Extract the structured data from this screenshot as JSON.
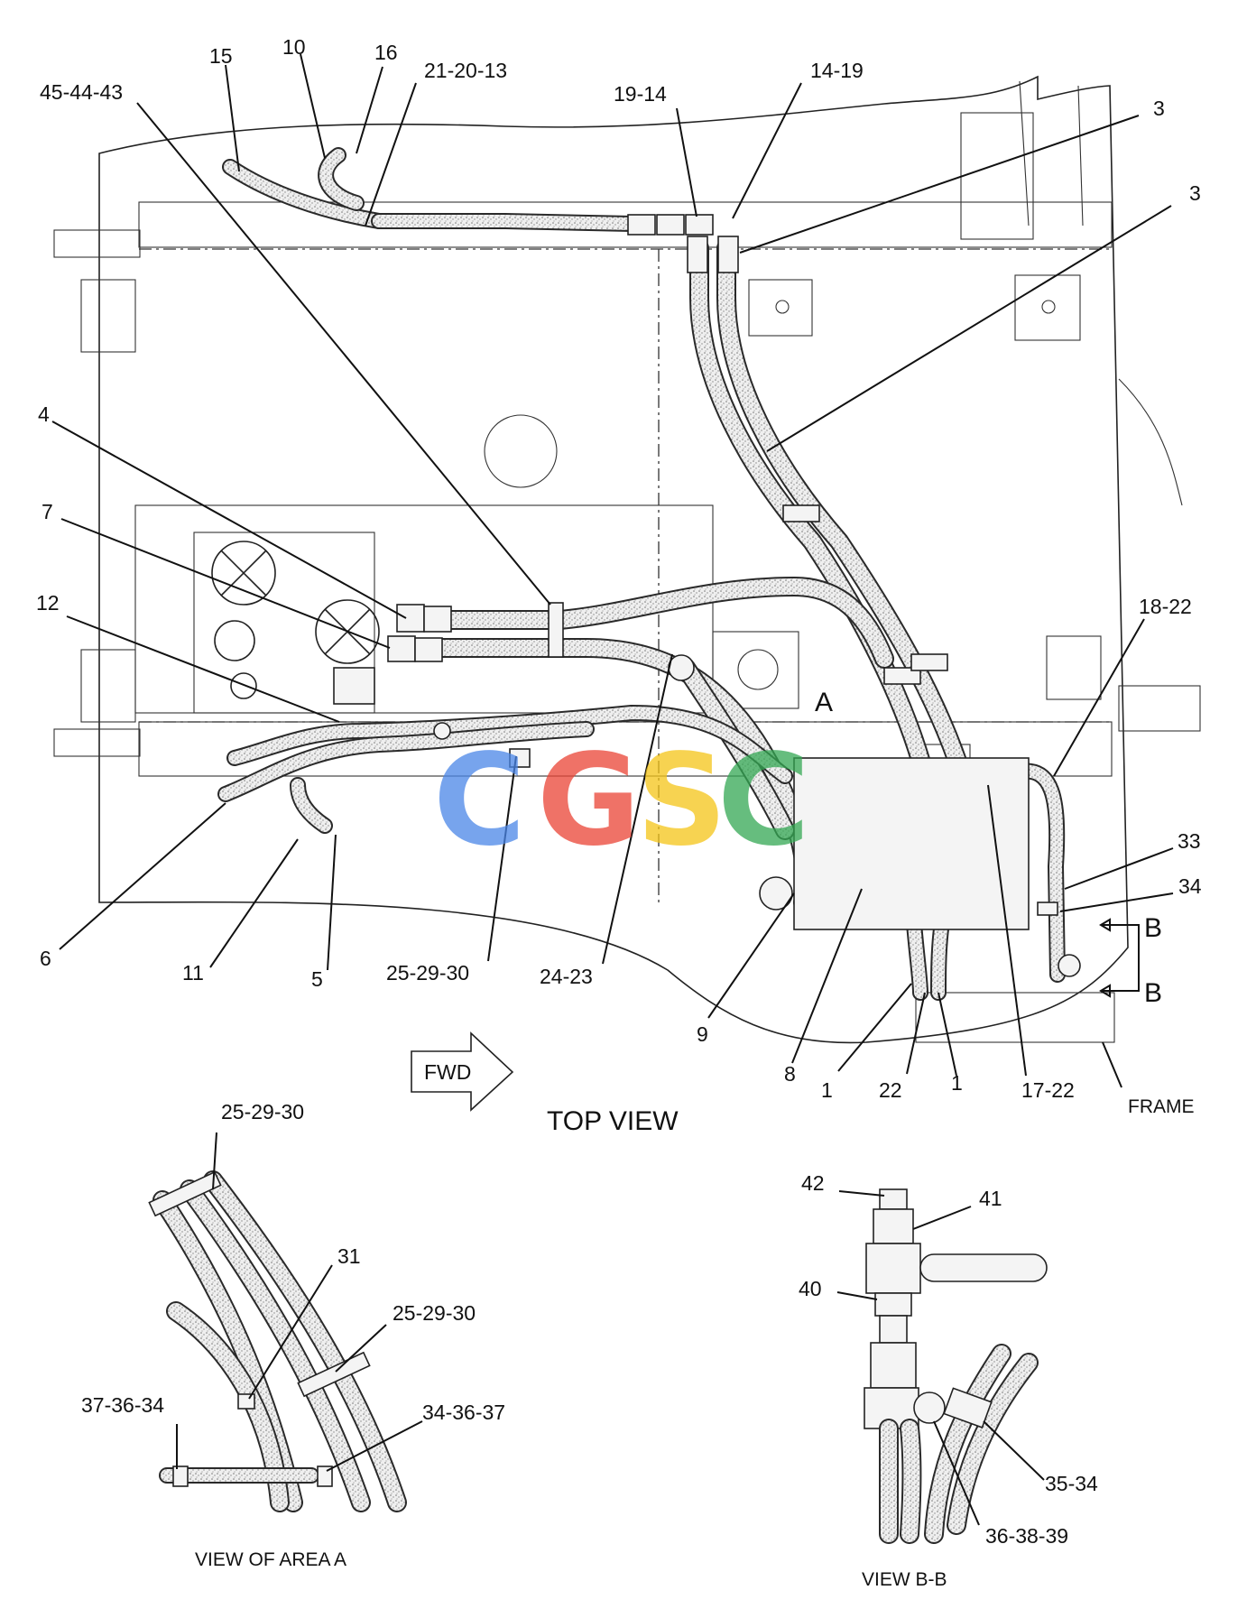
{
  "labels": {
    "l15": "15",
    "l10": "10",
    "l16": "16",
    "l21_20_13": "21-20-13",
    "l45_44_43": "45-44-43",
    "l19_14": "19-14",
    "l14_19": "14-19",
    "l3a": "3",
    "l3b": "3",
    "l4": "4",
    "l7": "7",
    "l12": "12",
    "l18_22": "18-22",
    "l33": "33",
    "l34": "34",
    "l6": "6",
    "l11": "11",
    "l5": "5",
    "l25_29_30": "25-29-30",
    "l24_23": "24-23",
    "l9": "9",
    "l8": "8",
    "l1a": "1",
    "l22": "22",
    "l1b": "1",
    "l17_22": "17-22",
    "lA": "A",
    "lB1": "B",
    "lB2": "B",
    "frame": "FRAME",
    "fwd": "FWD",
    "top_view": "TOP VIEW",
    "a_25_29_30_top": "25-29-30",
    "a_31": "31",
    "a_25_29_30_mid": "25-29-30",
    "a_37_36_34": "37-36-34",
    "a_34_36_37": "34-36-37",
    "view_area_a": "VIEW OF AREA  A",
    "b_42": "42",
    "b_41": "41",
    "b_40": "40",
    "b_35_34": "35-34",
    "b_36_38_39": "36-38-39",
    "view_bb": "VIEW  B-B"
  },
  "watermark": [
    "C",
    "G",
    "S",
    "C"
  ],
  "colors": {
    "blue": "#4a86e8",
    "red": "#ea4335",
    "yellow": "#f5c518",
    "green": "#34a853"
  }
}
